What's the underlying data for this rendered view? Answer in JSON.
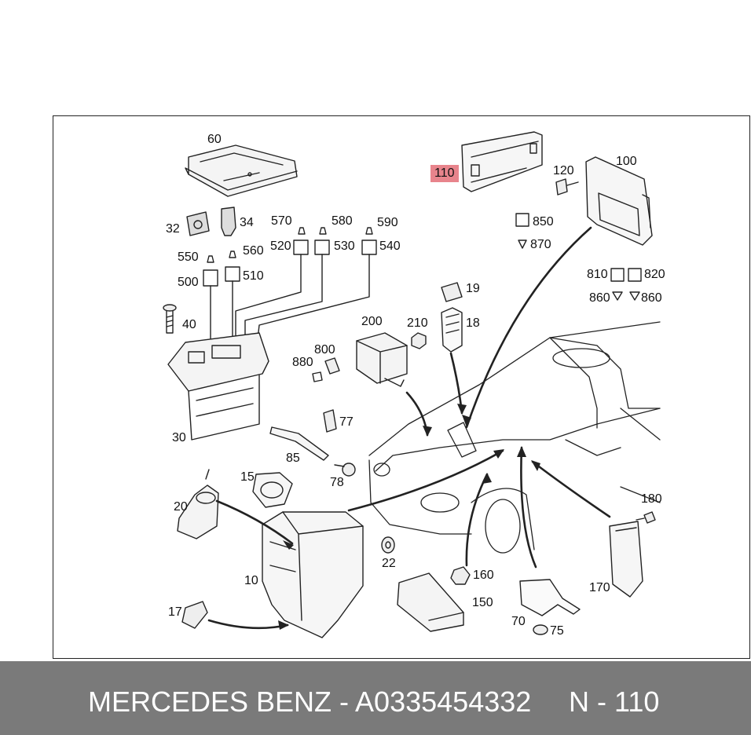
{
  "labels": [
    {
      "id": "60",
      "text": "60"
    },
    {
      "id": "110",
      "text": "110",
      "highlight": true
    },
    {
      "id": "120",
      "text": "120"
    },
    {
      "id": "100",
      "text": "100"
    },
    {
      "id": "32",
      "text": "32"
    },
    {
      "id": "34",
      "text": "34"
    },
    {
      "id": "570",
      "text": "570"
    },
    {
      "id": "580",
      "text": "580"
    },
    {
      "id": "590",
      "text": "590"
    },
    {
      "id": "520",
      "text": "520"
    },
    {
      "id": "530",
      "text": "530"
    },
    {
      "id": "540",
      "text": "540"
    },
    {
      "id": "550",
      "text": "550"
    },
    {
      "id": "560",
      "text": "560"
    },
    {
      "id": "500",
      "text": "500"
    },
    {
      "id": "510",
      "text": "510"
    },
    {
      "id": "850",
      "text": "850"
    },
    {
      "id": "870",
      "text": "870"
    },
    {
      "id": "810",
      "text": "810"
    },
    {
      "id": "820",
      "text": "820"
    },
    {
      "id": "860a",
      "text": "860"
    },
    {
      "id": "860b",
      "text": "860"
    },
    {
      "id": "19",
      "text": "19"
    },
    {
      "id": "18",
      "text": "18"
    },
    {
      "id": "40",
      "text": "40"
    },
    {
      "id": "200",
      "text": "200"
    },
    {
      "id": "210",
      "text": "210"
    },
    {
      "id": "800",
      "text": "800"
    },
    {
      "id": "880",
      "text": "880"
    },
    {
      "id": "77",
      "text": "77"
    },
    {
      "id": "30",
      "text": "30"
    },
    {
      "id": "85",
      "text": "85"
    },
    {
      "id": "78",
      "text": "78"
    },
    {
      "id": "15",
      "text": "15"
    },
    {
      "id": "20",
      "text": "20"
    },
    {
      "id": "22",
      "text": "22"
    },
    {
      "id": "10",
      "text": "10"
    },
    {
      "id": "160",
      "text": "160"
    },
    {
      "id": "150",
      "text": "150"
    },
    {
      "id": "180",
      "text": "180"
    },
    {
      "id": "170",
      "text": "170"
    },
    {
      "id": "17",
      "text": "17"
    },
    {
      "id": "70",
      "text": "70"
    },
    {
      "id": "75",
      "text": "75"
    }
  ],
  "footer": {
    "part_text": "MERCEDES BENZ - A0335454332",
    "position_text": "N - 110"
  },
  "colors": {
    "highlight": "#e8848c",
    "footer_bg": "#7a7a7a",
    "footer_text": "#ffffff"
  }
}
